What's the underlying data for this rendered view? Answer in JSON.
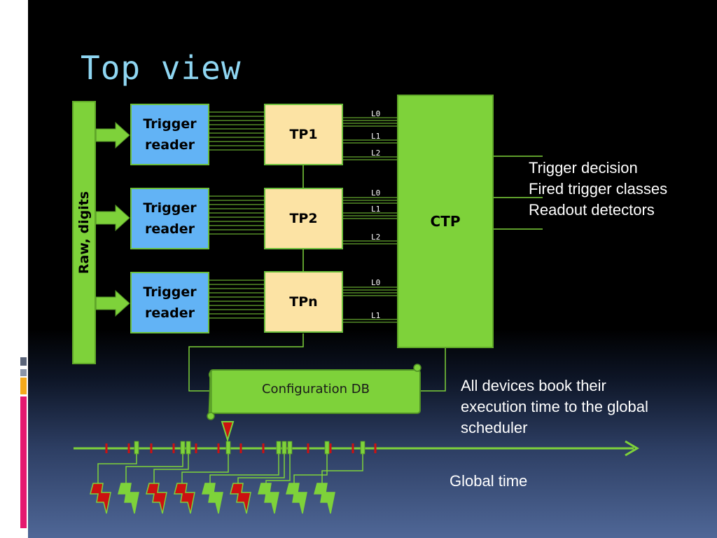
{
  "title": "Top view",
  "raw_label": "Raw, digits",
  "trigger_readers": [
    {
      "line1": "Trigger",
      "line2": "reader"
    },
    {
      "line1": "Trigger",
      "line2": "reader"
    },
    {
      "line1": "Trigger",
      "line2": "reader"
    }
  ],
  "trigger_processors": [
    "TP1",
    "TP2",
    "TPn"
  ],
  "ctp_label": "CTP",
  "level_labels": {
    "tp1": [
      "L0",
      "L1",
      "L2"
    ],
    "tp2": [
      "L0",
      "L1",
      "L2"
    ],
    "tpn": [
      "L0",
      "L1"
    ]
  },
  "config_db_label": "Configuration DB",
  "ctp_outputs": [
    "Trigger decision",
    "Fired trigger classes",
    "Readout detectors"
  ],
  "scheduler_note": [
    "All devices book their",
    "execution time to the global",
    "scheduler"
  ],
  "global_time_label": "Global time",
  "colors": {
    "background_top": "#000000",
    "background_bottom": "#4f6797",
    "title": "#8fd6f2",
    "green": "#7ed23a",
    "trigger_reader_fill": "#62b3f5",
    "tp_fill": "#fce3a4",
    "red_mark": "#cc1111"
  }
}
